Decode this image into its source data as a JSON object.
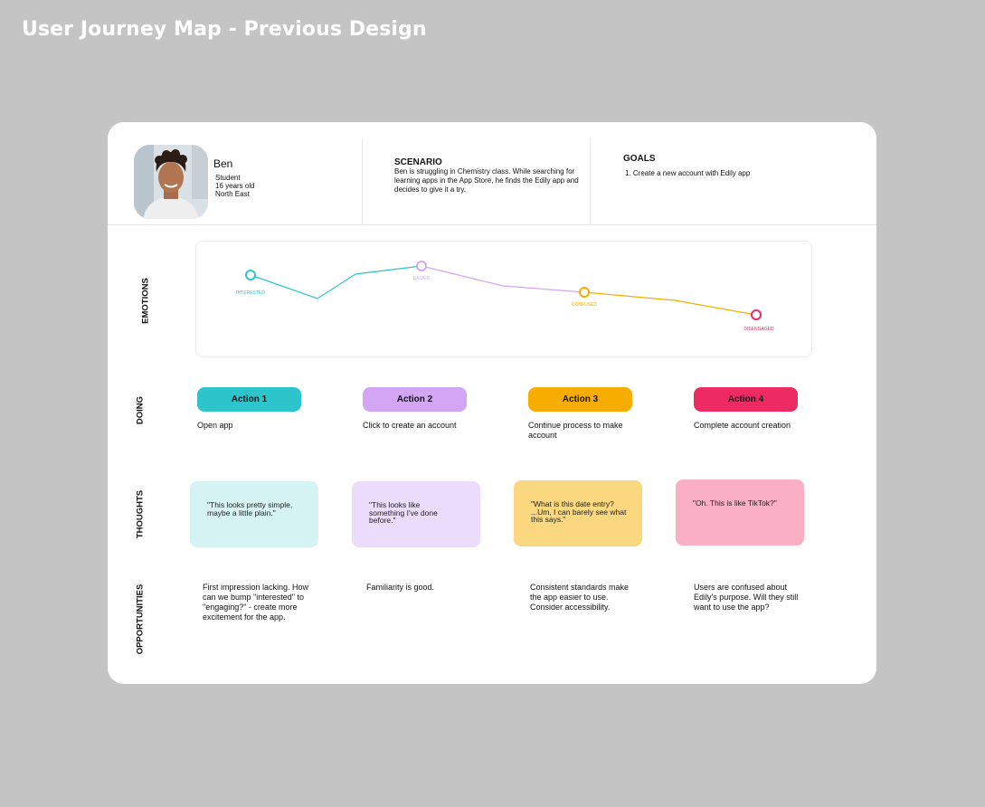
{
  "page": {
    "title": "User Journey Map - Previous Design"
  },
  "persona": {
    "name": "Ben",
    "role": "Student",
    "age": "16 years old",
    "location": "North East"
  },
  "scenario": {
    "heading": "SCENARIO",
    "text": "Ben is struggling in Chemistry class. While searching for learning apps in the App Store, he finds the Edily app and decides to give it a try."
  },
  "goals": {
    "heading": "GOALS",
    "items": [
      "1. Create a new account with Edily app"
    ]
  },
  "rows": {
    "emotions": "EMOTIONS",
    "doing": "DOING",
    "thoughts": "THOUGHTS",
    "opportunities": "OPPORTUNITIES"
  },
  "colors": {
    "interested": "#2ec4cc",
    "easier": "#d2a6f5",
    "confused": "#f6ad00",
    "disengaged": "#ee2a63"
  },
  "emotions": {
    "points": [
      {
        "label": "INTERESTED",
        "color": "#2ec4cc"
      },
      {
        "label": "EASIER",
        "color": "#d2a6f5"
      },
      {
        "label": "CONFUSED",
        "color": "#f6ad00"
      },
      {
        "label": "DISENGAGED",
        "color": "#ee2a63"
      }
    ]
  },
  "actions": [
    {
      "label": "Action 1",
      "color": "#2ec4cc",
      "doing": "Open app",
      "thought": "\"This looks pretty simple, maybe a little plain.\"",
      "thought_bg": "#d6f3f4",
      "opportunity": "First impression lacking. How can we bump \"interested\" to \"engaging?\" - create more excitement for the app."
    },
    {
      "label": "Action 2",
      "color": "#d2a6f5",
      "doing": "Click to create an account",
      "thought": "\"This looks like something I've done before.\"",
      "thought_bg": "#ecdcfb",
      "opportunity": "Familiarity is good."
    },
    {
      "label": "Action 3",
      "color": "#f6ad00",
      "doing": "Continue process to make account",
      "thought": "\"What is this date entry? ...Um, I can barely see what this says.\"",
      "thought_bg": "#fbd87f",
      "opportunity": "Consistent standards make the app easier to use. Consider accessibility."
    },
    {
      "label": "Action 4",
      "color": "#ee2a63",
      "doing": "Complete account creation",
      "thought": "\"Oh. This is like TikTok?\"",
      "thought_bg": "#fbafc4",
      "opportunity": "Users are confused about Edily's purpose. Will they still want to use the app?"
    }
  ]
}
